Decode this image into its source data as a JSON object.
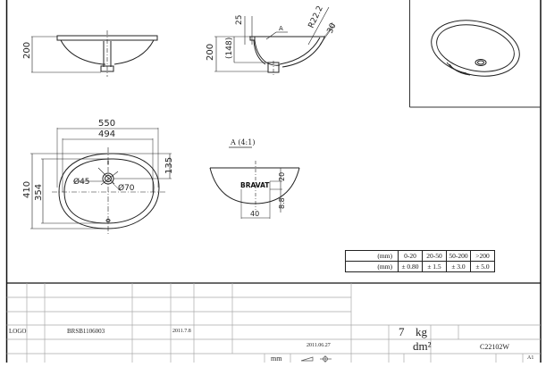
{
  "drawing": {
    "type": "technical drawing - undermount oval basin",
    "brand_marking": "BRAVAT",
    "views": {
      "front_view": {
        "height_dim": "200"
      },
      "section_view": {
        "height_dim": "200",
        "inner_depth_dim": "(148)",
        "rim_dim": "25",
        "radius_dim": "R22.2",
        "angle_dim": "30",
        "detail_callout": "A"
      },
      "top_view": {
        "outer_length": "550",
        "inner_length": "494",
        "outer_width": "410",
        "inner_width": "354",
        "drain_offset": "135",
        "drain_inner_dia": "Ø45",
        "drain_outer_dia": "Ø70"
      },
      "detail_view": {
        "title": "A (4:1)",
        "dim_20": "20",
        "dim_8_8": "8.8",
        "dim_40": "40",
        "logo_text": "BRAVAT"
      }
    },
    "tolerance_table": {
      "row1": {
        "unit": "(mm)",
        "cells": [
          "0-20",
          "20-50",
          "50-200",
          ">200"
        ]
      },
      "row2": {
        "unit": "(mm)",
        "cells": [
          "± 0.80",
          "± 1.5",
          "± 3.0",
          "± 5.0"
        ]
      }
    },
    "title_block": {
      "logo": "LOGO",
      "drawing_no": "BRSB1106003",
      "date1": "2011.7.8",
      "date2": "2011.06.27",
      "weight_value": "7",
      "weight_unit": "kg",
      "volume_unit": "dm²",
      "model": "C22102W",
      "units": "mm",
      "sheet_size": "A1"
    }
  }
}
